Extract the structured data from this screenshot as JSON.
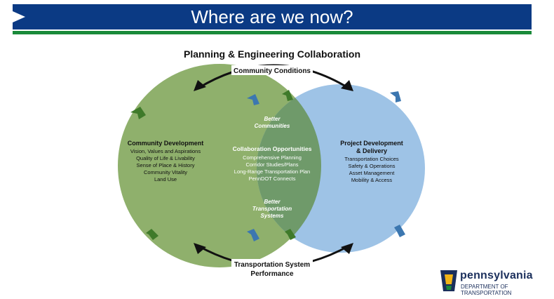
{
  "slide": {
    "title": "Where are we now?"
  },
  "diagram": {
    "title": "Planning & Engineering Collaboration",
    "top_label": "Community Conditions",
    "bottom_label_line1": "Transportation System",
    "bottom_label_line2": "Performance",
    "left": {
      "heading": "Community Development",
      "items": [
        "Vision, Values and Aspirations",
        "Quality of Life & Livability",
        "Sense of Place & History",
        "Community Vitality",
        "Land Use"
      ]
    },
    "right": {
      "heading_line1": "Project Development",
      "heading_line2": "& Delivery",
      "items": [
        "Transportation Choices",
        "Safety & Operations",
        "Asset Management",
        "Mobility & Access"
      ]
    },
    "center": {
      "top_line1": "Better",
      "top_line2": "Communities",
      "heading": "Collaboration Opportunities",
      "items": [
        "Comprehensive Planning",
        "Corridor Studies/Plans",
        "Long-Range Transportation Plan",
        "PennDOT Connects"
      ],
      "bottom_line1": "Better",
      "bottom_line2": "Transportation",
      "bottom_line3": "Systems"
    },
    "colors": {
      "left_circle": "#8fb06c",
      "right_circle": "#9ec3e6",
      "overlap": "#6f9a6a",
      "green_chevron": "#3f7a2a",
      "blue_chevron": "#3c77b0"
    }
  },
  "logo": {
    "name": "pennsylvania",
    "department": "DEPARTMENT OF TRANSPORTATION",
    "icon": "keystone-icon"
  }
}
